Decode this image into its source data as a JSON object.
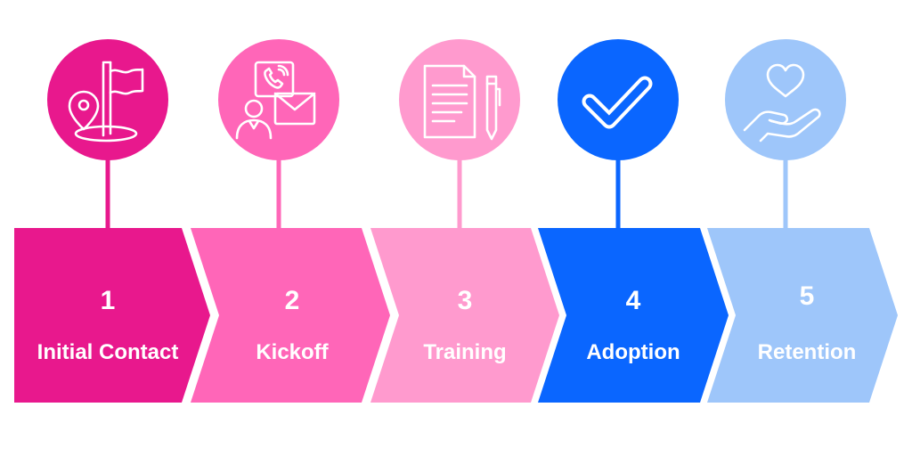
{
  "steps": [
    {
      "number": "1",
      "label": "Initial Contact",
      "color": "#E8188D",
      "icon": "map-pin-flag-icon"
    },
    {
      "number": "2",
      "label": "Kickoff",
      "color": "#FF66B8",
      "icon": "contact-phone-mail-icon"
    },
    {
      "number": "3",
      "label": "Training",
      "color": "#FF9ACE",
      "icon": "document-pen-icon"
    },
    {
      "number": "4",
      "label": "Adoption",
      "color": "#0A66FF",
      "icon": "checkmark-icon"
    },
    {
      "number": "5",
      "label": "Retention",
      "color": "#9EC6FA",
      "icon": "heart-hand-icon"
    }
  ]
}
